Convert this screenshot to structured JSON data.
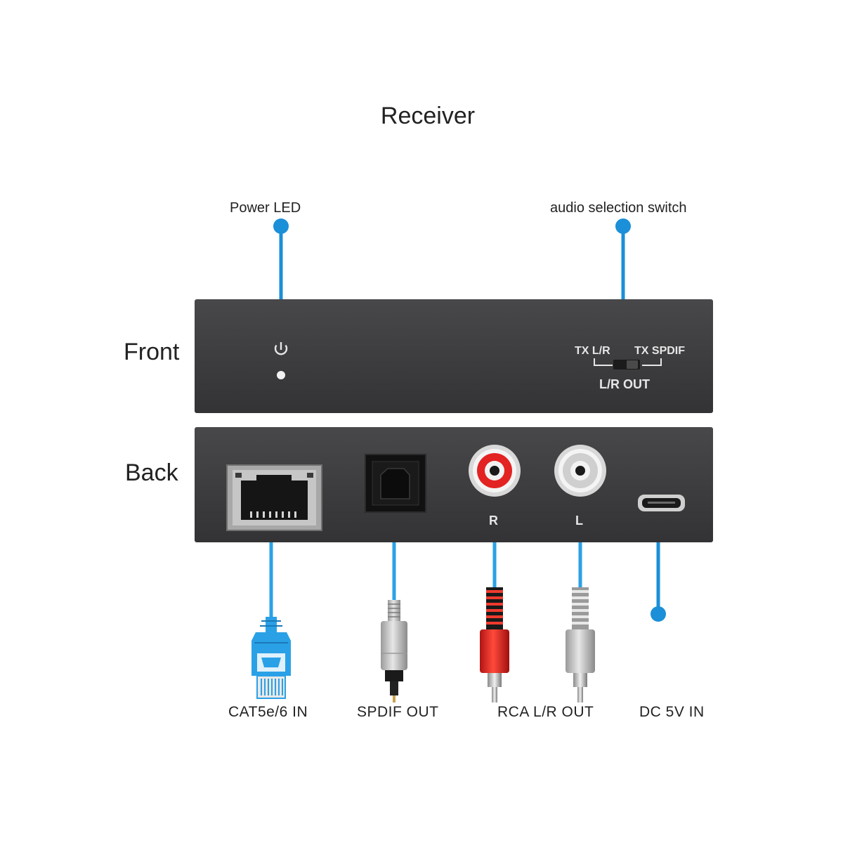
{
  "title": "Receiver",
  "callouts": {
    "power_led": "Power LED",
    "audio_switch": "audio selection switch"
  },
  "views": {
    "front": "Front",
    "back": "Back"
  },
  "front_panel": {
    "switch_left": "TX L/R",
    "switch_right": "TX SPDIF",
    "switch_center": "L/R OUT",
    "icons": [
      "power-icon",
      "power-led-dot",
      "slide-switch"
    ]
  },
  "back_panel": {
    "rca_right": "R",
    "rca_left": "L",
    "ports": [
      "rj45-port",
      "optical-port",
      "rca-red-jack",
      "rca-white-jack",
      "micro-usb-port"
    ]
  },
  "ports": {
    "cat": "CAT5e/6 IN",
    "spdif": "SPDIF OUT",
    "rca": "RCA L/R OUT",
    "dc": "DC 5V IN"
  },
  "colors": {
    "accent": "#1b8fd8",
    "panel": "#3a3a3c",
    "rca_red": "#e32222",
    "cable_blue": "#2aa1e6"
  }
}
